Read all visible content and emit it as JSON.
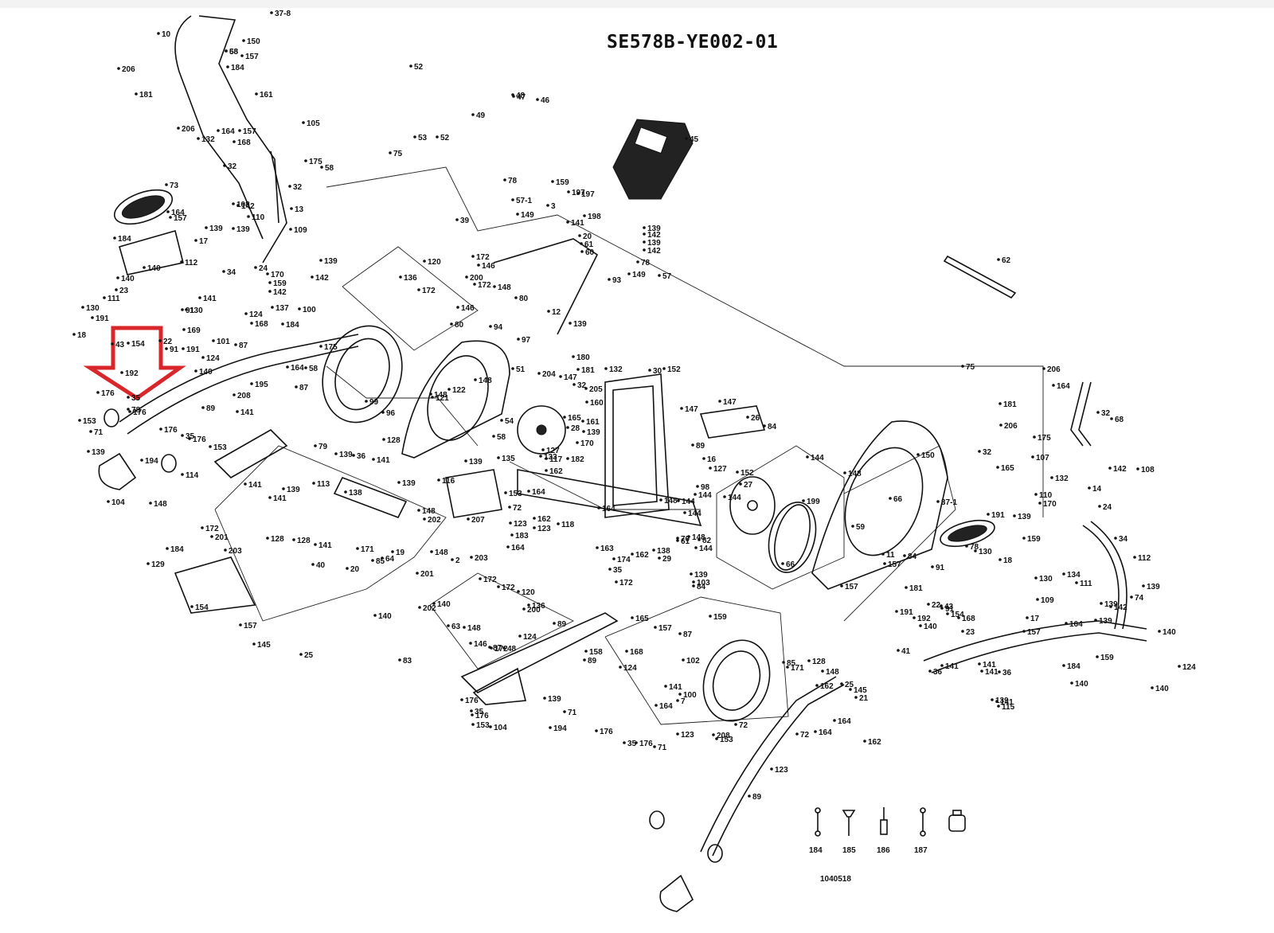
{
  "diagram": {
    "title": "SE578B-YE002-01",
    "drawing_number": "1040518",
    "highlight": {
      "type": "arrow",
      "direction": "down",
      "color": "#d9262b",
      "points_to_part": "192"
    },
    "tools": [
      {
        "part": "184",
        "name": "wrench"
      },
      {
        "part": "185",
        "name": "hex-key-t-handle"
      },
      {
        "part": "186",
        "name": "screwdriver"
      },
      {
        "part": "187",
        "name": "wrench"
      },
      {
        "part": "",
        "name": "cap-container"
      }
    ],
    "labels": [
      "37-8",
      "10",
      "150",
      "58",
      "68",
      "157",
      "206",
      "184",
      "181",
      "161",
      "164",
      "157",
      "206",
      "105",
      "132",
      "168",
      "32",
      "175",
      "58",
      "32",
      "13",
      "73",
      "164",
      "157",
      "184",
      "17",
      "112",
      "139",
      "110",
      "108",
      "142",
      "34",
      "140",
      "140",
      "142",
      "109",
      "139",
      "24",
      "170",
      "159",
      "142",
      "139",
      "111",
      "23",
      "130",
      "191",
      "91",
      "130",
      "78",
      "169",
      "141",
      "137",
      "100",
      "124",
      "168",
      "184",
      "101",
      "87",
      "175",
      "18",
      "43",
      "154",
      "22",
      "91",
      "191",
      "124",
      "192",
      "140",
      "164",
      "195",
      "58",
      "87",
      "99",
      "176",
      "35",
      "176",
      "153",
      "71",
      "89",
      "208",
      "141",
      "176",
      "35",
      "176",
      "153",
      "194",
      "114",
      "139",
      "104",
      "148",
      "52",
      "53",
      "52",
      "75",
      "49",
      "48",
      "47",
      "46",
      "45",
      "78",
      "57-1",
      "149",
      "159",
      "197",
      "197",
      "198",
      "39",
      "3",
      "141",
      "20",
      "61",
      "60",
      "139",
      "142",
      "139",
      "142",
      "78",
      "93",
      "149",
      "57",
      "120",
      "172",
      "146",
      "200",
      "172",
      "148",
      "136",
      "172",
      "146",
      "80",
      "80",
      "12",
      "139",
      "94",
      "97",
      "51",
      "121",
      "122",
      "148",
      "148",
      "96",
      "128",
      "180",
      "181",
      "132",
      "30",
      "152",
      "204",
      "147",
      "32",
      "205",
      "160",
      "165",
      "28",
      "54",
      "58",
      "161",
      "139",
      "170",
      "135",
      "133",
      "127",
      "117",
      "182",
      "153",
      "162",
      "164",
      "72",
      "123",
      "183",
      "164",
      "164",
      "162",
      "118",
      "123",
      "163",
      "162",
      "174",
      "35",
      "172",
      "144",
      "139",
      "103",
      "159",
      "70",
      "138",
      "29",
      "61",
      "82",
      "84",
      "147",
      "147",
      "26",
      "84",
      "89",
      "16",
      "127",
      "152",
      "27",
      "98",
      "144",
      "144",
      "144",
      "144",
      "148",
      "148",
      "144",
      "148",
      "199",
      "66",
      "150",
      "66",
      "37-1",
      "59",
      "11",
      "84",
      "157",
      "157",
      "181",
      "62",
      "75",
      "206",
      "164",
      "181",
      "206",
      "32",
      "68",
      "175",
      "107",
      "32",
      "165",
      "132",
      "14",
      "142",
      "108",
      "110",
      "139",
      "159",
      "170",
      "24",
      "34",
      "112",
      "139",
      "130",
      "109",
      "134",
      "111",
      "139",
      "142",
      "139",
      "74",
      "17",
      "164",
      "157",
      "184",
      "140",
      "140",
      "124",
      "159",
      "140",
      "191",
      "91",
      "78",
      "130",
      "18",
      "43",
      "154",
      "22",
      "91",
      "191",
      "192",
      "140",
      "168",
      "23",
      "41",
      "36",
      "141",
      "141",
      "141",
      "36",
      "141",
      "139",
      "115",
      "139",
      "79",
      "139",
      "113",
      "141",
      "141",
      "128",
      "171",
      "85",
      "19",
      "141",
      "36",
      "141",
      "139",
      "138",
      "116",
      "139",
      "207",
      "148",
      "202",
      "172",
      "201",
      "203",
      "128",
      "20",
      "40",
      "64",
      "184",
      "129",
      "154",
      "157",
      "145",
      "25",
      "148",
      "2",
      "203",
      "201",
      "172",
      "202",
      "140",
      "63",
      "140",
      "83",
      "148",
      "146",
      "172",
      "48",
      "172",
      "120",
      "136",
      "200",
      "124",
      "158",
      "89",
      "89",
      "87",
      "165",
      "157",
      "87",
      "168",
      "124",
      "102",
      "164",
      "141",
      "100",
      "7",
      "208",
      "89",
      "85",
      "171",
      "128",
      "148",
      "25",
      "145",
      "21",
      "162",
      "164",
      "162",
      "72",
      "164",
      "72",
      "123",
      "123",
      "153",
      "176",
      "35",
      "176",
      "71",
      "139",
      "194",
      "71",
      "176",
      "35",
      "176",
      "153",
      "104"
    ]
  }
}
